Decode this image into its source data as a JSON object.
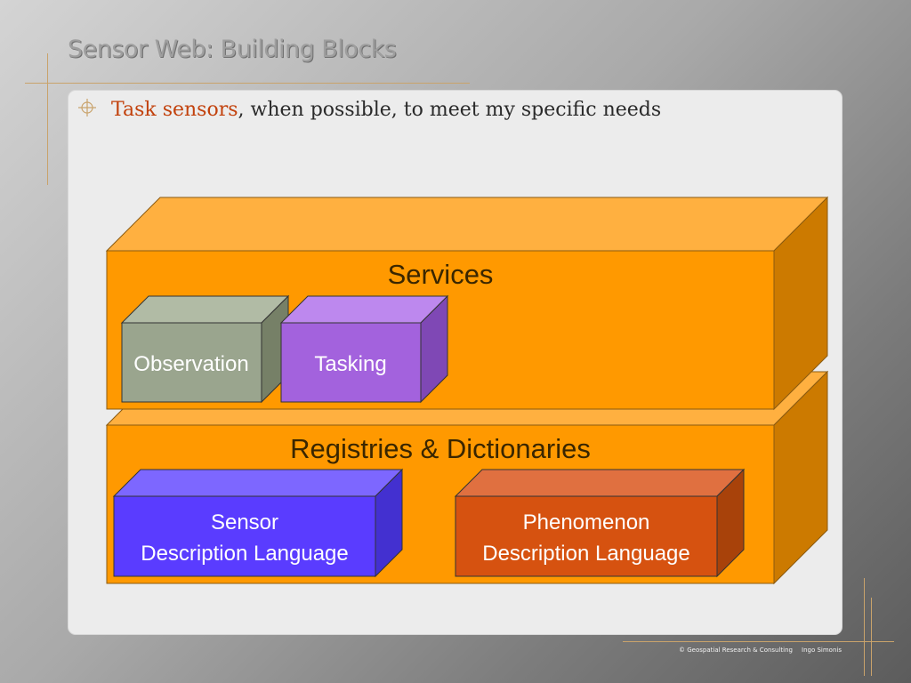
{
  "slide": {
    "title": "Sensor Web: Building Blocks",
    "bullet": {
      "highlight": "Task sensors",
      "rest": ", when possible, to meet my specific needs",
      "icon": "crosshair-bullet-icon"
    }
  },
  "diagram": {
    "services": {
      "label": "Services",
      "color": "#ff9900",
      "blocks": {
        "observation": {
          "label": "Observation",
          "color": "#9aa58e"
        },
        "tasking": {
          "label": "Tasking",
          "color": "#a362dd"
        }
      }
    },
    "registries": {
      "label": "Registries & Dictionaries",
      "color": "#ff9900",
      "blocks": {
        "sensor": {
          "line1": "Sensor",
          "line2": "Description Language",
          "color": "#5a3cff"
        },
        "phenomenon": {
          "line1": "Phenomenon",
          "line2": "Description Language",
          "color": "#d65210"
        }
      }
    }
  },
  "footer": {
    "left": "© Geospatial Research & Consulting",
    "right": "Ingo Simonis"
  },
  "colors": {
    "accent": "#c2410c",
    "decor_line": "#c9a36b"
  }
}
